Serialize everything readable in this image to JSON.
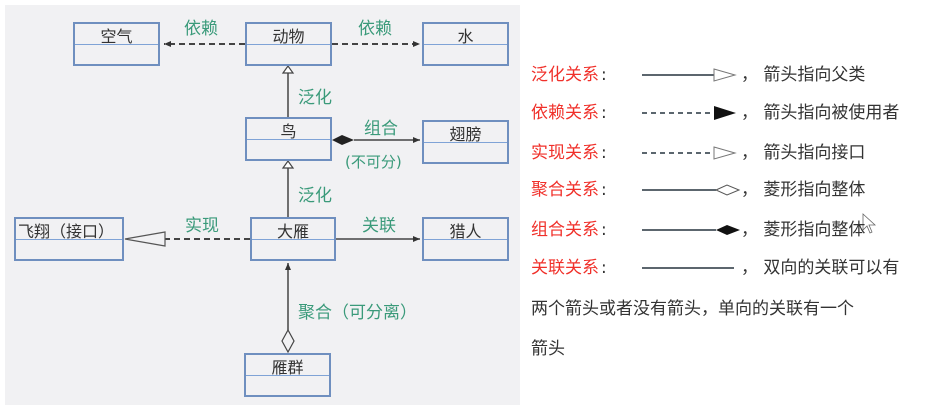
{
  "diagram": {
    "classes": {
      "air": "空气",
      "animal": "动物",
      "water": "水",
      "bird": "鸟",
      "wing": "翅膀",
      "fly_interface": "飞翔（接口）",
      "goose": "大雁",
      "hunter": "猎人",
      "goose_flock": "雁群"
    },
    "labels": {
      "dep_left": "依赖",
      "dep_right": "依赖",
      "gen_top": "泛化",
      "composition": "组合",
      "composition_note": "(不可分)",
      "gen_bottom": "泛化",
      "realization": "实现",
      "association": "关联",
      "aggregation": "聚合（可分离）"
    },
    "colors": {
      "label": "#3a9a7a",
      "box_border": "#6f8fbf",
      "legend_name": "#f0302a"
    }
  },
  "legend": {
    "rows": [
      {
        "name": "泛化关系",
        "colon": ":",
        "desc": "，  箭头指向父类",
        "symbol": "generalization"
      },
      {
        "name": "依赖关系",
        "colon": ":",
        "desc": "，  箭头指向被使用者",
        "symbol": "dependency"
      },
      {
        "name": "实现关系",
        "colon": ":",
        "desc": "，  箭头指向接口",
        "symbol": "realization"
      },
      {
        "name": "聚合关系",
        "colon": ":",
        "desc": "，  菱形指向整体",
        "symbol": "aggregation"
      },
      {
        "name": "组合关系",
        "colon": ":",
        "desc": "，  菱形指向整体",
        "symbol": "composition"
      },
      {
        "name": "关联关系",
        "colon": ":",
        "desc": "，  双向的关联可以有",
        "symbol": "association"
      }
    ],
    "continuation_line1": "两个箭头或者没有箭头，单向的关联有一个",
    "continuation_line2": "箭头"
  }
}
